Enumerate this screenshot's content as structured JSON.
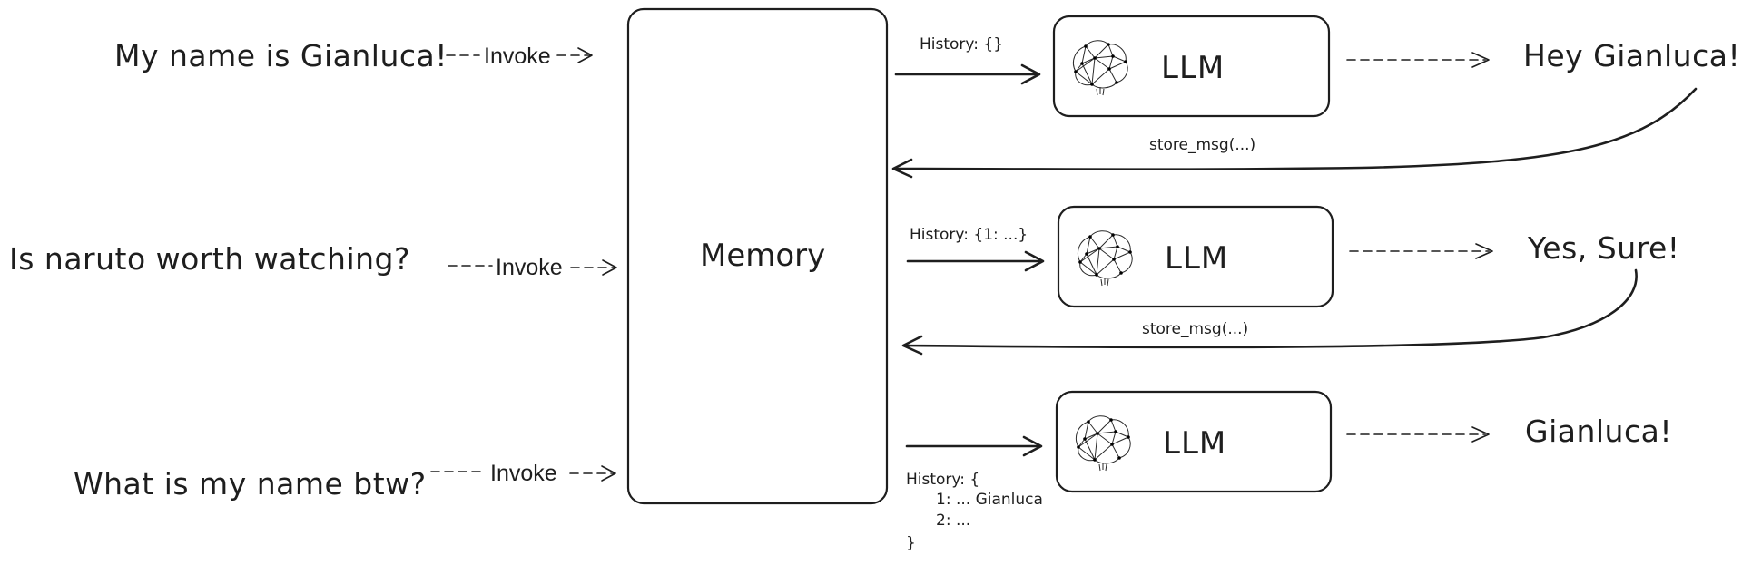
{
  "inputs": [
    {
      "text": "My name is Gianluca!",
      "invoke": "Invoke"
    },
    {
      "text": "Is naruto worth watching?",
      "invoke": "Invoke"
    },
    {
      "text": "What is my name btw?",
      "invoke": "Invoke"
    }
  ],
  "memory": {
    "label": "Memory"
  },
  "llm_blocks": [
    {
      "label": "LLM",
      "brain_icon": "neural-brain-icon",
      "history": "History: {}",
      "output": "Hey Gianluca!",
      "store_label": "store_msg(...)"
    },
    {
      "label": "LLM",
      "brain_icon": "neural-brain-icon",
      "history": "History: {1: ...}",
      "output": "Yes, Sure!",
      "store_label": "store_msg(...)"
    },
    {
      "label": "LLM",
      "brain_icon": "neural-brain-icon",
      "output": "Gianluca!"
    }
  ],
  "history_block": {
    "lines": [
      "History: {",
      "1: ... Gianluca",
      "2: ...",
      "}"
    ]
  }
}
